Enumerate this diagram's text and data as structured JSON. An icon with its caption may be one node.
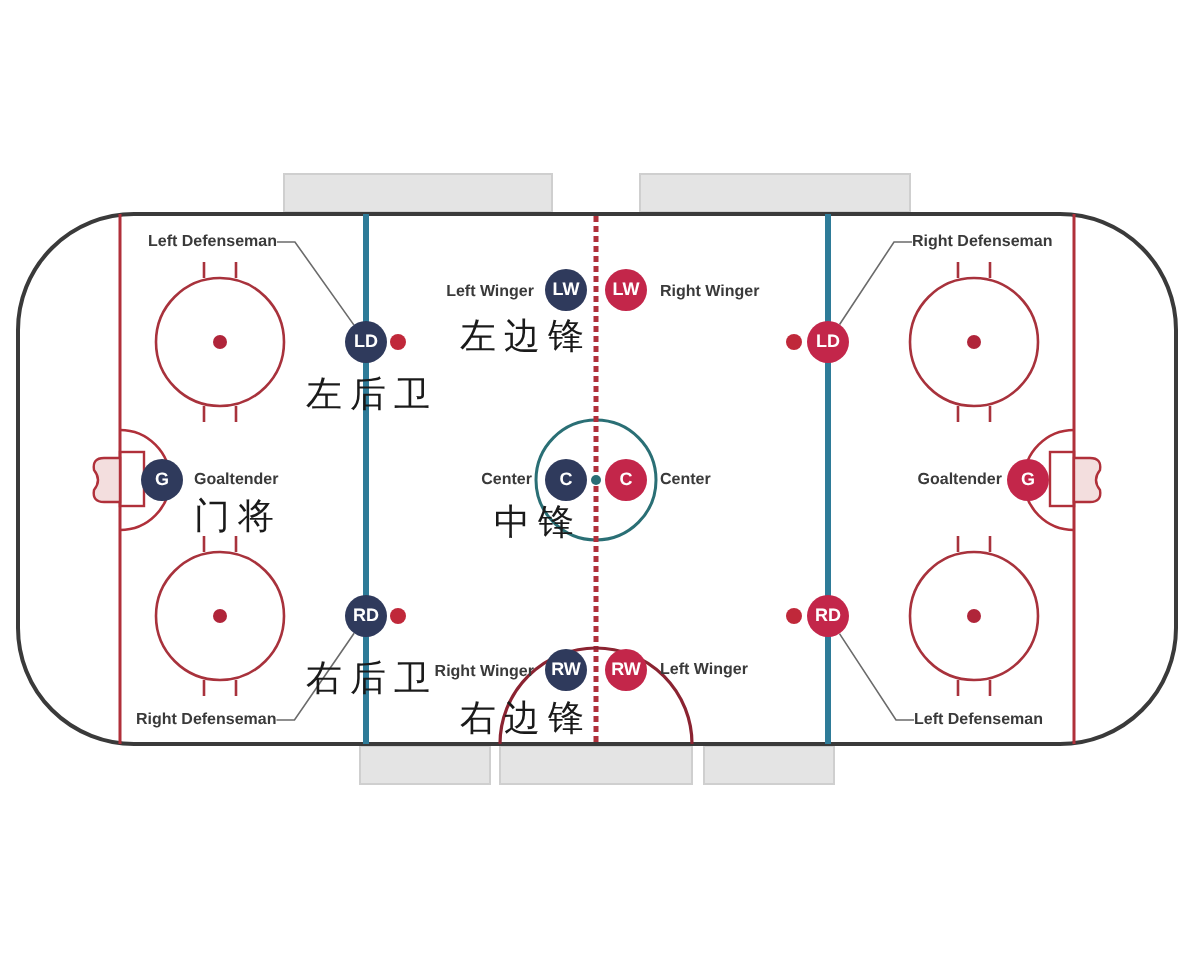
{
  "diagram": {
    "nodes": [
      {
        "text": [
          "Left Defenseman"
        ]
      },
      {
        "text": [
          "Right Defenseman"
        ]
      },
      {
        "text": [
          "LW"
        ],
        "beside": [
          "Left Winger",
          "左边锋"
        ]
      },
      {
        "text": [
          "LW"
        ],
        "beside": [
          "Right Winger"
        ]
      },
      {
        "text": [
          "LD"
        ],
        "beside": [
          "左后卫"
        ]
      },
      {
        "text": [
          "LD"
        ]
      },
      {
        "text": [
          "G"
        ],
        "beside": [
          "Goaltender",
          "门将"
        ]
      },
      {
        "text": [
          "C"
        ],
        "beside": [
          "Center",
          "中锋"
        ]
      },
      {
        "text": [
          "C"
        ],
        "beside": [
          "Center"
        ]
      },
      {
        "text": [
          "G"
        ],
        "beside": [
          "Goaltender"
        ]
      },
      {
        "text": [
          "RD"
        ],
        "beside": [
          "右后卫"
        ]
      },
      {
        "text": [
          "RD"
        ]
      },
      {
        "text": [
          "RW"
        ],
        "beside": [
          "Right Winger",
          "右边锋"
        ]
      },
      {
        "text": [
          "RW"
        ],
        "beside": [
          "Left Winger"
        ]
      },
      {
        "text": [
          "Right Defenseman"
        ]
      },
      {
        "text": [
          "Left Defenseman"
        ]
      }
    ],
    "edges": [
      {
        "from": 0,
        "to": 4,
        "arrow": "none"
      },
      {
        "from": 1,
        "to": 5,
        "arrow": "none"
      },
      {
        "from": 14,
        "to": 10,
        "arrow": "none"
      },
      {
        "from": 15,
        "to": 11,
        "arrow": "none"
      }
    ]
  }
}
